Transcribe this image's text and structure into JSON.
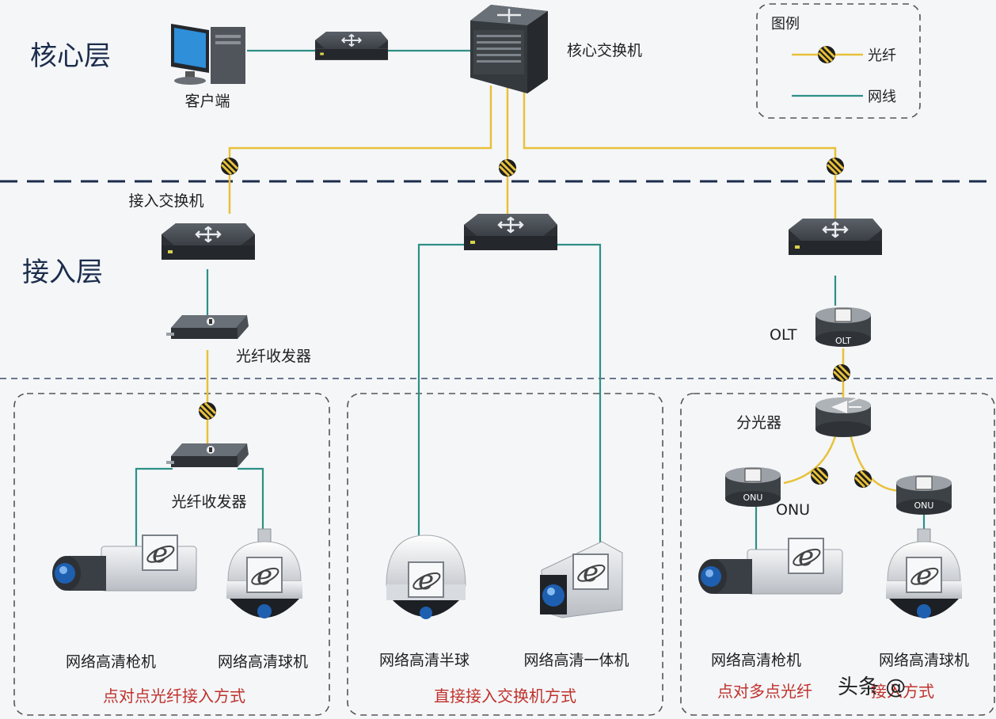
{
  "layers": {
    "core": "核心层",
    "access": "接入层"
  },
  "labels": {
    "client": "客户端",
    "core_switch": "核心交换机",
    "access_switch": "接入交换机",
    "transceiver_top": "光纤收发器",
    "transceiver_bottom": "光纤收发器",
    "olt": "OLT",
    "olt_badge": "OLT",
    "splitter": "分光器",
    "onu": "ONU",
    "onu_badge": "ONU"
  },
  "legend": {
    "title": "图例",
    "fiber": "光纤",
    "cable": "网线"
  },
  "sections": [
    {
      "title": "点对点光纤接入方式",
      "cameras": [
        "网络高清枪机",
        "网络高清球机"
      ]
    },
    {
      "title": "直接接入交换机方式",
      "cameras": [
        "网络高清半球",
        "网络高清一体机"
      ]
    },
    {
      "title": "点对多点光纤",
      "title_tail": "接入方式",
      "cameras": [
        "网络高清枪机",
        "网络高清球机"
      ]
    }
  ],
  "watermark": "头条 @",
  "colors": {
    "fiber": "#e8c13a",
    "cable": "#2f8f86",
    "section_title": "#c0312b",
    "layer_text": "#1c2c4c"
  }
}
